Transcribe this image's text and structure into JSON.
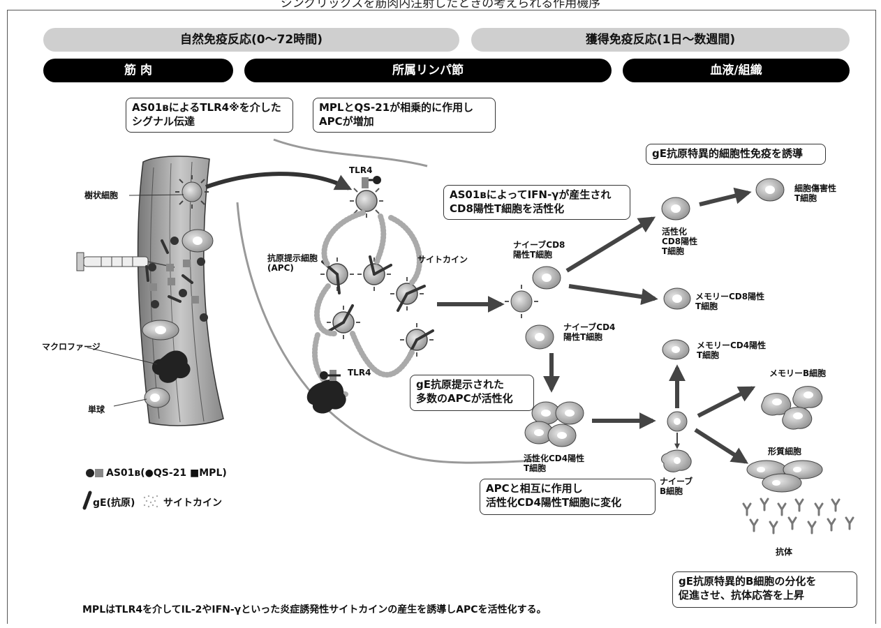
{
  "title": "シングリックスを筋肉内注射したときの考えられる作用機序",
  "phases": {
    "innate": "自然免疫反応(0〜72時間)",
    "adaptive": "獲得免疫反応(1日〜数週間)"
  },
  "locations": {
    "muscle": "筋 肉",
    "lymph_node": "所属リンパ節",
    "blood_tissue": "血液/組織"
  },
  "callouts": {
    "tlr4_signal": "AS01ʙによるTLR4※を介した\nシグナル伝達",
    "apc_increase": "MPLとQS-21が相乗的に作用し\nAPCが増加",
    "cellular_immunity": "gE抗原特異的細胞性免疫を誘導",
    "ifn_gamma": "AS01ʙによってIFN-γが産生され\nCD8陽性T細胞を活性化",
    "apc_activated": "gE抗原提示された\n多数のAPCが活性化",
    "cd4_activation": "APCと相互に作用し\n活性化CD4陽性T細胞に変化",
    "b_cell": "gE抗原特異的B細胞の分化を\n促進させ、抗体応答を上昇"
  },
  "labels": {
    "dendritic_cell": "樹状細胞",
    "macrophage": "マクロファージ",
    "monocyte": "単球",
    "tlr4_top": "TLR4",
    "tlr4_bottom": "TLR4",
    "apc": "抗原提示細胞\n(APC)",
    "cytokine": "サイトカイン",
    "naive_cd8": "ナイーブCD8\n陽性T細胞",
    "naive_cd4": "ナイーブCD4\n陽性T細胞",
    "activated_cd8": "活性化\nCD8陽性\nT細胞",
    "cytotoxic_t": "細胞傷害性\nT細胞",
    "memory_cd8": "メモリーCD8陽性\nT細胞",
    "memory_cd4": "メモリーCD4陽性\nT細胞",
    "activated_cd4": "活性化CD4陽性\nT細胞",
    "naive_b": "ナイーブ\nB細胞",
    "memory_b": "メモリーB細胞",
    "plasma_cell": "形質細胞",
    "antibody": "抗体"
  },
  "legend": {
    "as01b": "AS01ʙ(●QS-21 ■MPL)",
    "ge_antigen": "gE(抗原)",
    "cytokine": "サイトカイン"
  },
  "footnote": "MPLはTLR4を介してIL-2やIFN-γといった炎症誘発性サイトカインの産生を誘導しAPCを活性化する。"
}
